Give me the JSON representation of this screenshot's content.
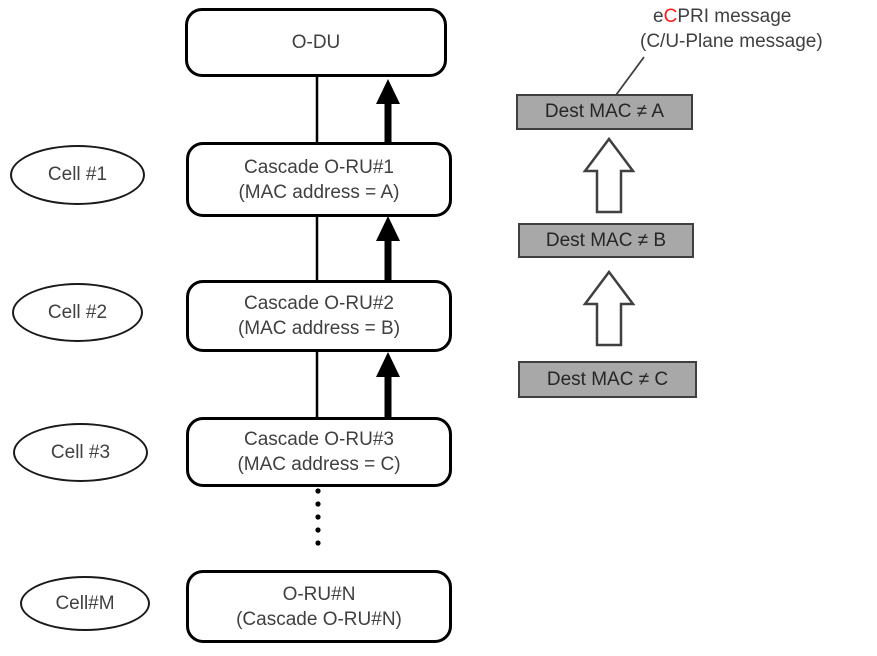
{
  "diagram": {
    "odu": {
      "label": "O-DU"
    },
    "rus": [
      {
        "line1": "Cascade O-RU#1",
        "line2": "(MAC address = A)"
      },
      {
        "line1": "Cascade O-RU#2",
        "line2": "(MAC address = B)"
      },
      {
        "line1": "Cascade O-RU#3",
        "line2": "(MAC address = C)"
      },
      {
        "line1": "O-RU#N",
        "line2": "(Cascade O-RU#N)"
      }
    ],
    "cells": [
      {
        "label": "Cell #1"
      },
      {
        "label": "Cell #2"
      },
      {
        "label": "Cell #3"
      },
      {
        "label": "Cell#M"
      }
    ],
    "dest_mac": [
      {
        "label": "Dest MAC ≠ A"
      },
      {
        "label": "Dest MAC ≠ B"
      },
      {
        "label": "Dest MAC ≠ C"
      }
    ],
    "callout": {
      "line1_pre": "e",
      "line1_highlight": "C",
      "line1_post": "PRI message",
      "line2": "(C/U-Plane message)"
    },
    "colors": {
      "text": "#404040",
      "highlight_red": "#ff1a1a",
      "dest_box_fill": "#a8a8a8",
      "dest_box_border": "#3f3f3f",
      "line_black": "#000000"
    }
  }
}
